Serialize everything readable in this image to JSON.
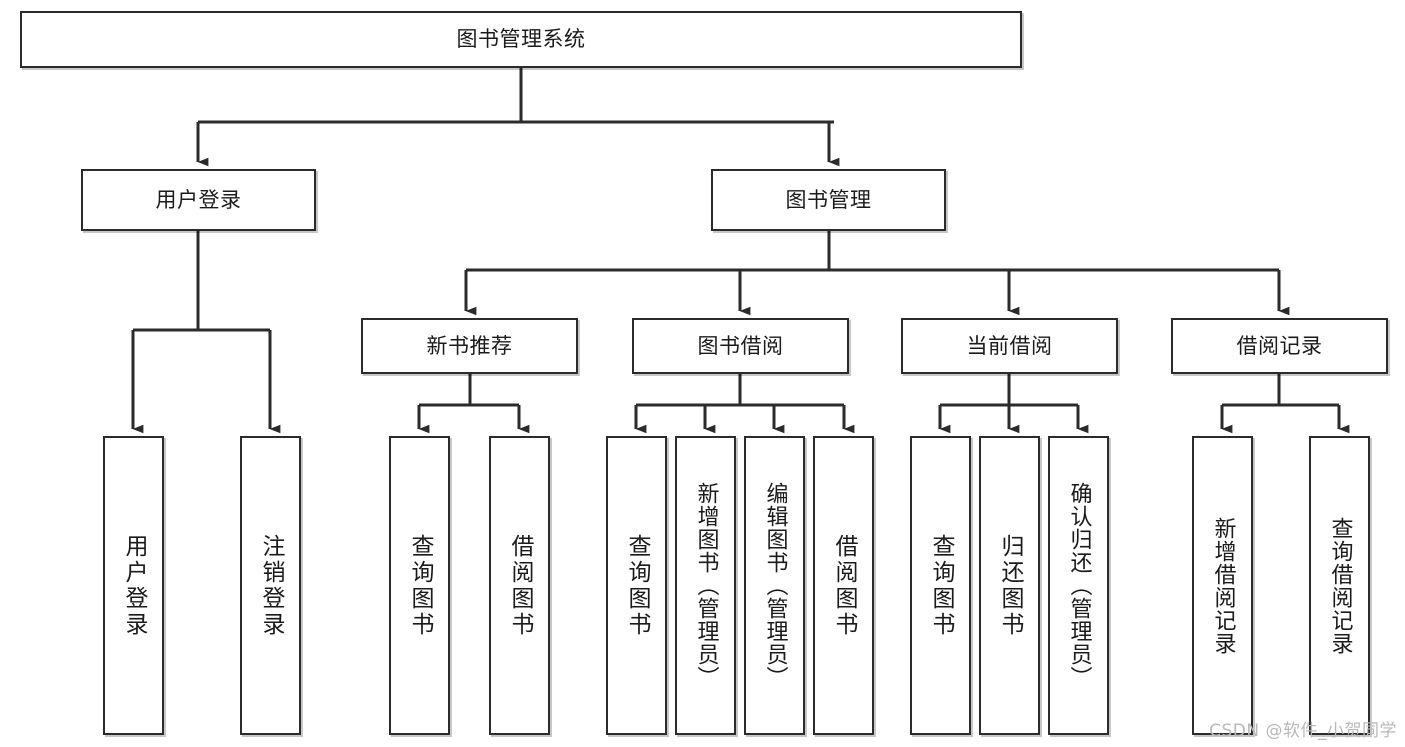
{
  "diagram": {
    "title": "图书管理系统",
    "type": "hierarchy-tree",
    "orientation": "top-down",
    "watermark": "CSDN @软件_小贺同学",
    "colors": {
      "box_border": "#2b2b2b",
      "box_fill": "#ffffff",
      "connector": "#2b2b2b",
      "text": "#1b1b1b",
      "watermark": "#b9b9b9",
      "background": "#ffffff"
    },
    "levels": {
      "root": {
        "label": "图书管理系统"
      },
      "level2": [
        {
          "label": "用户登录"
        },
        {
          "label": "图书管理"
        }
      ],
      "level3": [
        {
          "label": "新书推荐"
        },
        {
          "label": "图书借阅"
        },
        {
          "label": "当前借阅"
        },
        {
          "label": "借阅记录"
        }
      ]
    },
    "leaves": {
      "user_login": [
        {
          "label": "用户登录"
        },
        {
          "label": "注销登录"
        }
      ],
      "new_book_recommend": [
        {
          "label": "查询图书"
        },
        {
          "label": "借阅图书"
        }
      ],
      "book_borrow": [
        {
          "label": "查询图书"
        },
        {
          "label": "新增图书（管理员）"
        },
        {
          "label": "编辑图书（管理员）"
        },
        {
          "label": "借阅图书"
        }
      ],
      "current_borrow": [
        {
          "label": "查询图书"
        },
        {
          "label": "归还图书"
        },
        {
          "label": "确认归还（管理员）"
        }
      ],
      "borrow_record": [
        {
          "label": "新增借阅记录"
        },
        {
          "label": "查询借阅记录"
        }
      ]
    }
  }
}
